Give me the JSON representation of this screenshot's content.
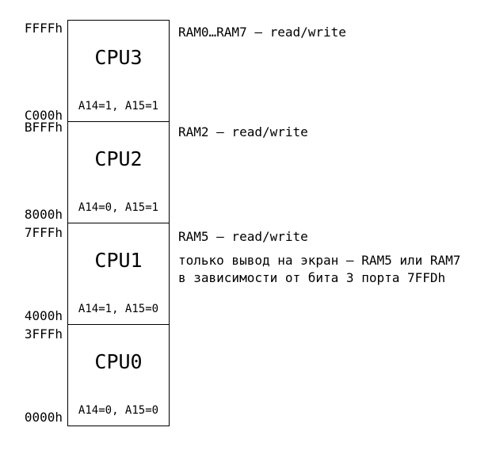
{
  "memory_map": {
    "address_labels": [
      "FFFFh",
      "C000h",
      "BFFFh",
      "8000h",
      "7FFFh",
      "4000h",
      "3FFFh",
      "0000h"
    ],
    "sections": [
      {
        "label": "CPU3",
        "bits": "A14=1, A15=1"
      },
      {
        "label": "CPU2",
        "bits": "A14=0, A15=1"
      },
      {
        "label": "CPU1",
        "bits": "A14=1, A15=0"
      },
      {
        "label": "CPU0",
        "bits": "A14=0, A15=0"
      }
    ]
  },
  "annotations": {
    "ram0_ram7": "RAM0…RAM7 – read/write",
    "ram2": "RAM2 – read/write",
    "ram5": "RAM5 – read/write",
    "screen_note_line1": "только вывод на экран – RAM5 или RAM7",
    "screen_note_line2": "в зависимости от бита 3 порта 7FFDh"
  },
  "colors": {
    "background": "#ffffff",
    "foreground": "#000000"
  }
}
